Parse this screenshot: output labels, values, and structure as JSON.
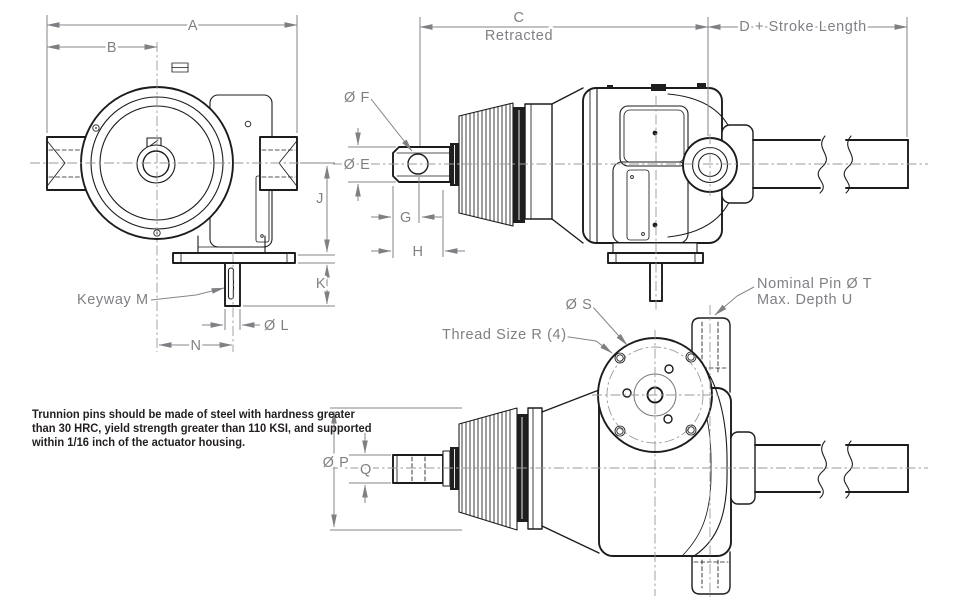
{
  "drawing": {
    "type": "dimensional-outline-drawing",
    "subject": "trunnion-mounted linear actuator, three orthographic views",
    "labels": {
      "a": "A",
      "b": "B",
      "c": "C",
      "c_sub": "Retracted",
      "d": "D + Stroke Length",
      "f": "Ø F",
      "e": "Ø E",
      "g": "G",
      "h": "H",
      "j": "J",
      "k": "K",
      "keyway": "Keyway M",
      "l": "Ø L",
      "n": "N",
      "thread": "Thread Size R (4)",
      "s": "Ø S",
      "pin1": "Nominal Pin Ø T",
      "pin2": "Max. Depth U",
      "p": "Ø P",
      "q": "Q"
    },
    "note_lines": [
      "Trunnion pins should be made of steel with hardness greater",
      "than 30 HRC, yield strength greater than 110 KSI, and supported",
      "within 1/16 inch of the actuator housing."
    ],
    "colors": {
      "object_line": "#1c1c1c",
      "dimension": "#7e8084",
      "centerline": "#9a9a9a",
      "note_text": "#231f20",
      "background": "#ffffff"
    }
  }
}
